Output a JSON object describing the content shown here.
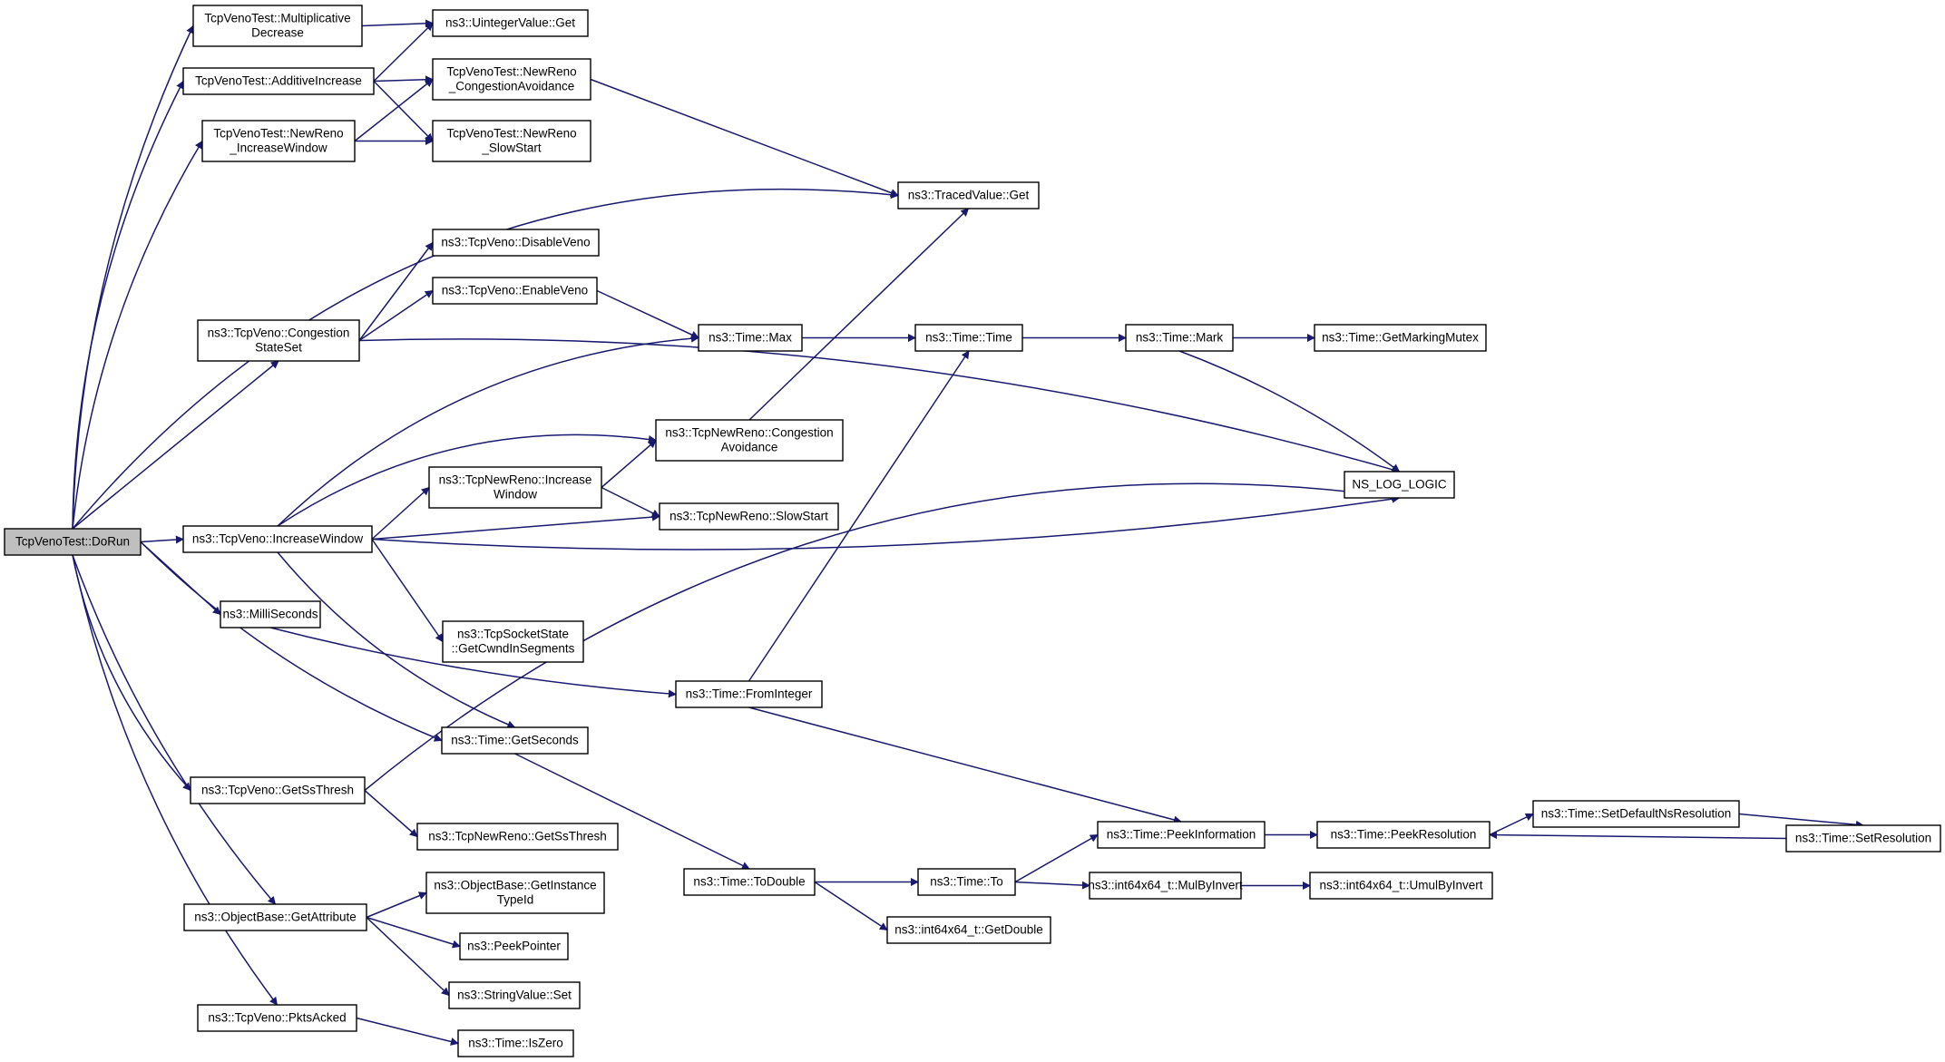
{
  "colors": {
    "edge": "#191970",
    "node_border": "#000000",
    "node_fill": "#ffffff",
    "root_fill": "#bfbfbf"
  },
  "nodes": [
    {
      "id": "root",
      "lines": [
        "TcpVenoTest::DoRun"
      ]
    },
    {
      "id": "md",
      "lines": [
        "TcpVenoTest::Multiplicative",
        "Decrease"
      ]
    },
    {
      "id": "uint",
      "lines": [
        "ns3::UintegerValue::Get"
      ]
    },
    {
      "id": "ai",
      "lines": [
        "TcpVenoTest::AdditiveIncrease"
      ]
    },
    {
      "id": "nrca",
      "lines": [
        "TcpVenoTest::NewReno",
        "_CongestionAvoidance"
      ]
    },
    {
      "id": "nriw",
      "lines": [
        "TcpVenoTest::NewReno",
        "_IncreaseWindow"
      ]
    },
    {
      "id": "nrss",
      "lines": [
        "TcpVenoTest::NewReno",
        "_SlowStart"
      ]
    },
    {
      "id": "tvget",
      "lines": [
        "ns3::TracedValue::Get"
      ]
    },
    {
      "id": "disv",
      "lines": [
        "ns3::TcpVeno::DisableVeno"
      ]
    },
    {
      "id": "enav",
      "lines": [
        "ns3::TcpVeno::EnableVeno"
      ]
    },
    {
      "id": "cstate",
      "lines": [
        "ns3::TcpVeno::Congestion",
        "StateSet"
      ]
    },
    {
      "id": "tmax",
      "lines": [
        "ns3::Time::Max"
      ]
    },
    {
      "id": "ttime",
      "lines": [
        "ns3::Time::Time"
      ]
    },
    {
      "id": "tmark",
      "lines": [
        "ns3::Time::Mark"
      ]
    },
    {
      "id": "tgmm",
      "lines": [
        "ns3::Time::GetMarkingMutex"
      ]
    },
    {
      "id": "tnrca",
      "lines": [
        "ns3::TcpNewReno::Congestion",
        "Avoidance"
      ]
    },
    {
      "id": "tnriw",
      "lines": [
        "ns3::TcpNewReno::Increase",
        "Window"
      ]
    },
    {
      "id": "log",
      "lines": [
        "NS_LOG_LOGIC"
      ]
    },
    {
      "id": "tnrss",
      "lines": [
        "ns3::TcpNewReno::SlowStart"
      ]
    },
    {
      "id": "iw",
      "lines": [
        "ns3::TcpVeno::IncreaseWindow"
      ]
    },
    {
      "id": "milli",
      "lines": [
        "ns3::MilliSeconds"
      ]
    },
    {
      "id": "cwnd",
      "lines": [
        "ns3::TcpSocketState",
        "::GetCwndInSegments"
      ]
    },
    {
      "id": "fromint",
      "lines": [
        "ns3::Time::FromInteger"
      ]
    },
    {
      "id": "getsec",
      "lines": [
        "ns3::Time::GetSeconds"
      ]
    },
    {
      "id": "ssth",
      "lines": [
        "ns3::TcpVeno::GetSsThresh"
      ]
    },
    {
      "id": "nrssth",
      "lines": [
        "ns3::TcpNewReno::GetSsThresh"
      ]
    },
    {
      "id": "peekinfo",
      "lines": [
        "ns3::Time::PeekInformation"
      ]
    },
    {
      "id": "peekres",
      "lines": [
        "ns3::Time::PeekResolution"
      ]
    },
    {
      "id": "setdef",
      "lines": [
        "ns3::Time::SetDefaultNsResolution"
      ]
    },
    {
      "id": "setres",
      "lines": [
        "ns3::Time::SetResolution"
      ]
    },
    {
      "id": "todbl",
      "lines": [
        "ns3::Time::ToDouble"
      ]
    },
    {
      "id": "tto",
      "lines": [
        "ns3::Time::To"
      ]
    },
    {
      "id": "mulinv",
      "lines": [
        "ns3::int64x64_t::MulByInvert"
      ]
    },
    {
      "id": "umulinv",
      "lines": [
        "ns3::int64x64_t::UmulByInvert"
      ]
    },
    {
      "id": "getdbl",
      "lines": [
        "ns3::int64x64_t::GetDouble"
      ]
    },
    {
      "id": "getattr",
      "lines": [
        "ns3::ObjectBase::GetAttribute"
      ]
    },
    {
      "id": "getinst",
      "lines": [
        "ns3::ObjectBase::GetInstance",
        "TypeId"
      ]
    },
    {
      "id": "peekptr",
      "lines": [
        "ns3::PeekPointer"
      ]
    },
    {
      "id": "strset",
      "lines": [
        "ns3::StringValue::Set"
      ]
    },
    {
      "id": "pkts",
      "lines": [
        "ns3::TcpVeno::PktsAcked"
      ]
    },
    {
      "id": "iszero",
      "lines": [
        "ns3::Time::IsZero"
      ]
    }
  ],
  "edges": [
    [
      "root",
      "md"
    ],
    [
      "root",
      "ai"
    ],
    [
      "root",
      "nriw"
    ],
    [
      "root",
      "tvget"
    ],
    [
      "root",
      "cstate"
    ],
    [
      "root",
      "iw"
    ],
    [
      "root",
      "milli"
    ],
    [
      "root",
      "getsec"
    ],
    [
      "root",
      "ssth"
    ],
    [
      "root",
      "getattr"
    ],
    [
      "root",
      "pkts"
    ],
    [
      "md",
      "uint"
    ],
    [
      "ai",
      "uint"
    ],
    [
      "ai",
      "nrca"
    ],
    [
      "ai",
      "nrss"
    ],
    [
      "nriw",
      "nrca"
    ],
    [
      "nriw",
      "nrss"
    ],
    [
      "nrca",
      "tvget"
    ],
    [
      "cstate",
      "disv"
    ],
    [
      "cstate",
      "enav"
    ],
    [
      "cstate",
      "log"
    ],
    [
      "enav",
      "tmax"
    ],
    [
      "tmax",
      "ttime"
    ],
    [
      "ttime",
      "tmark"
    ],
    [
      "tmark",
      "tgmm"
    ],
    [
      "tmark",
      "log"
    ],
    [
      "tnrca",
      "tvget"
    ],
    [
      "tnriw",
      "tnrca"
    ],
    [
      "tnriw",
      "tnrss"
    ],
    [
      "iw",
      "tmax"
    ],
    [
      "iw",
      "tnrca"
    ],
    [
      "iw",
      "tnriw"
    ],
    [
      "iw",
      "tnrss"
    ],
    [
      "iw",
      "log"
    ],
    [
      "iw",
      "cwnd"
    ],
    [
      "iw",
      "getsec"
    ],
    [
      "milli",
      "fromint"
    ],
    [
      "fromint",
      "ttime"
    ],
    [
      "fromint",
      "peekinfo"
    ],
    [
      "getsec",
      "todbl"
    ],
    [
      "ssth",
      "log"
    ],
    [
      "ssth",
      "nrssth"
    ],
    [
      "peekinfo",
      "peekres"
    ],
    [
      "peekres",
      "setdef"
    ],
    [
      "setdef",
      "setres"
    ],
    [
      "setres",
      "peekres"
    ],
    [
      "todbl",
      "tto"
    ],
    [
      "todbl",
      "getdbl"
    ],
    [
      "tto",
      "peekinfo"
    ],
    [
      "tto",
      "mulinv"
    ],
    [
      "mulinv",
      "umulinv"
    ],
    [
      "getattr",
      "getinst"
    ],
    [
      "getattr",
      "peekptr"
    ],
    [
      "getattr",
      "strset"
    ],
    [
      "pkts",
      "iszero"
    ]
  ]
}
